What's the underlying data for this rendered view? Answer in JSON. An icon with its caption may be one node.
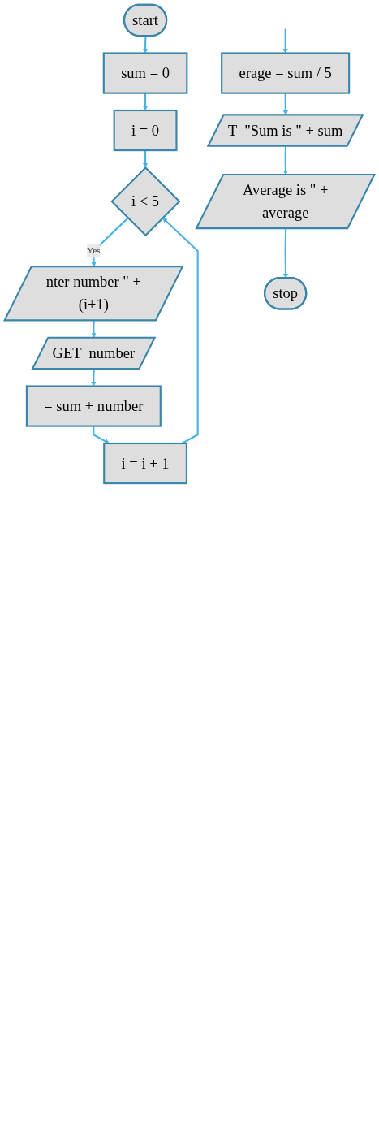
{
  "diagram": {
    "nodes": [
      {
        "text": [
          "start"
        ]
      },
      {
        "text": [
          "sum = 0"
        ]
      },
      {
        "text": [
          "i = 0"
        ]
      },
      {
        "text": [
          "i < 5"
        ]
      },
      {
        "text": [
          "nter number \" + (i+1)"
        ]
      },
      {
        "text": [
          "GET  number"
        ]
      },
      {
        "text": [
          "= sum + number"
        ]
      },
      {
        "text": [
          "i = i + 1"
        ]
      },
      {
        "text": [
          "erage = sum / 5"
        ]
      },
      {
        "text": [
          "T  \"Sum is \" + sum"
        ]
      },
      {
        "text": [
          "Average is \" + average"
        ]
      },
      {
        "text": [
          "stop"
        ]
      }
    ],
    "edges": [
      {
        "from": 0,
        "to": 1,
        "arrow": "to"
      },
      {
        "from": 1,
        "to": 2,
        "arrow": "to"
      },
      {
        "from": 2,
        "to": 3,
        "arrow": "to"
      },
      {
        "from": 3,
        "to": 4,
        "arrow": "to",
        "label": "Yes"
      },
      {
        "from": 4,
        "to": 5,
        "arrow": "to"
      },
      {
        "from": 5,
        "to": 6,
        "arrow": "to"
      },
      {
        "from": 6,
        "to": 7,
        "arrow": "to"
      },
      {
        "from": 7,
        "to": 3,
        "arrow": "to"
      },
      {
        "from": null,
        "to": 8,
        "arrow": "to"
      },
      {
        "from": 8,
        "to": 9,
        "arrow": "to"
      },
      {
        "from": 9,
        "to": 10,
        "arrow": "to"
      },
      {
        "from": 10,
        "to": 11,
        "arrow": "to"
      }
    ]
  }
}
